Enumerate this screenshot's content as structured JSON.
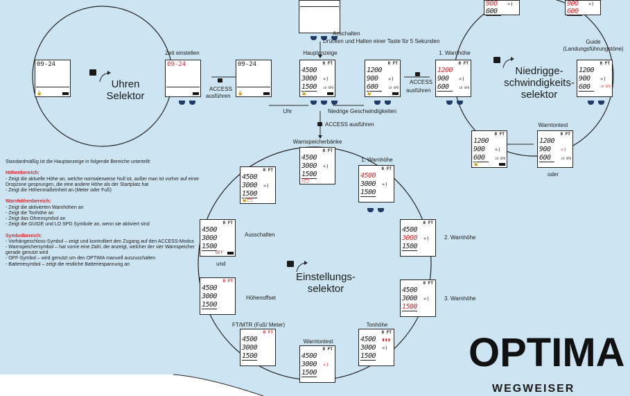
{
  "colors": {
    "background": "#cde4f2",
    "accent_red": "#e0262b",
    "button_blue": "#1f3a66",
    "lcd": "#ffffff"
  },
  "labels": {
    "anschalten": "Anschalten",
    "anschalten_sub": "Drücken und Halten einer Taste für 5 Sekunden",
    "hauptanzeige": "Hauptanzeige",
    "zeit_einstellen": "Zeit einstellen",
    "access": "ACCESS",
    "ausfuehren": "ausführen",
    "uhr": "Uhr",
    "niedrige_geschw": "Niedrige Geschwindigkeiten",
    "access_ausfuehren": "ACCESS ausführen",
    "warnspeicherbaenke": "Warnspeicherbänke",
    "warnhoehe1": "1. Warnhöhe",
    "warnhoehe1b": "1. Warnhöhe",
    "warnhoehe2": "2. Warnhöhe",
    "warnhoehe3": "3. Warnhöhe",
    "tonhoehe": "Tonhöhe",
    "warntontest": "Warntontest",
    "warntontest2": "Warntontest",
    "ftmtr": "FT/MTR (Fuß/ Meter)",
    "hoehenoffset": "Höhenoffset",
    "ausschalten": "Ausschalten",
    "guide1": "Guide",
    "guide2": "(Landungsführungstöne)",
    "und": "und",
    "oder": "oder"
  },
  "selectors": {
    "uhren1": "Uhren",
    "uhren2": "Selektor",
    "niedrig1": "Niedrigge-",
    "niedrig2": "schwindigkeits-",
    "niedrig3": "selektor",
    "einstell1": "Einstellungs-",
    "einstell2": "selektor"
  },
  "lcd": {
    "clock": "09-24",
    "ft": "0 FT",
    "alt1": "4500",
    "alt2": "3000",
    "alt3": "1500",
    "low1": "1200",
    "low2": "900",
    "low3": "600",
    "lospd": "LO SPD",
    "off": "OFF"
  },
  "description": {
    "intro": "Standardmäßig ist die Hauptanzeige in folgende Bereiche unterteilt:",
    "h1": "Höhenbereich:",
    "b1": "- Zeigt die aktuelle Höhe an, welche normalerweise Null ist, außer man ist vorher auf einer Dropzone gesprungen, die eine andere Höhe als der Startplatz hat",
    "b2": "- Zeigt die Höhenmaßeinheit an (Meter oder Fuß)",
    "h2": "Warnhöhenbereich:",
    "b3": "- Zeigt die aktivierten Warnhöhen an",
    "b4": "- Zeigt die Tonhöhe an",
    "b5": "- Zeigt das Ohrensymbol an",
    "b6": "- Zeigt die GUIDE und LO SPD Symbole an, wenn sie aktiviert sind",
    "h3": "Symbolbereich:",
    "b7": "- Vorhängeschloss-Symbol – zeigt und kontrolliert den Zugang auf den ACCESS-Modus",
    "b8": "- Warnspeichersymbol – hat vorne eine Zahl, die anzeigt, welcher der vier Warnspeicher gerade genutzt wird",
    "b9": "- OFF-Symbol – wird genutzt um den OPTIMA manuell auszuschalten",
    "b10": "- Batteriesymbol – zeigt die restliche Batteriespannung an"
  },
  "brand": {
    "logo": "OPTIMA",
    "sub": "WEGWEISER"
  }
}
